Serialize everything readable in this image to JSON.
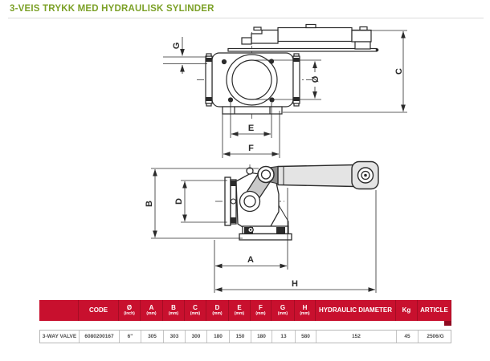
{
  "title": "3-VEIS TRYKK MED HYDRAULISK SYLINDER",
  "colors": {
    "title_green": "#7CA128",
    "table_header_red": "#C8102E",
    "table_tab_dark_red": "#8F0A20",
    "drawing_line": "#2B2B2B"
  },
  "drawing": {
    "dims": {
      "g": "G",
      "diameter": "Ø",
      "c": "C",
      "e": "E",
      "f": "F",
      "b": "B",
      "d": "D",
      "a": "A",
      "h": "H"
    }
  },
  "table": {
    "columns": [
      {
        "label": "",
        "unit": ""
      },
      {
        "label": "CODE",
        "unit": ""
      },
      {
        "label": "Ø",
        "unit": "(inch)"
      },
      {
        "label": "A",
        "unit": "(mm)"
      },
      {
        "label": "B",
        "unit": "(mm)"
      },
      {
        "label": "C",
        "unit": "(mm)"
      },
      {
        "label": "D",
        "unit": "(mm)"
      },
      {
        "label": "E",
        "unit": "(mm)"
      },
      {
        "label": "F",
        "unit": "(mm)"
      },
      {
        "label": "G",
        "unit": "(mm)"
      },
      {
        "label": "H",
        "unit": "(mm)"
      },
      {
        "label": "HYDRAULIC DIAMETER",
        "unit": ""
      },
      {
        "label": "Kg",
        "unit": ""
      },
      {
        "label": "ARTICLE",
        "unit": ""
      }
    ],
    "row": {
      "name": "3-WAY VALVE",
      "code": "6080200167",
      "diameter_inch": "6\"",
      "a": "305",
      "b": "303",
      "c": "300",
      "d": "180",
      "e": "150",
      "f": "180",
      "g": "13",
      "h": "580",
      "hydraulic_diameter": "152",
      "kg": "45",
      "article": "2506/G"
    }
  }
}
